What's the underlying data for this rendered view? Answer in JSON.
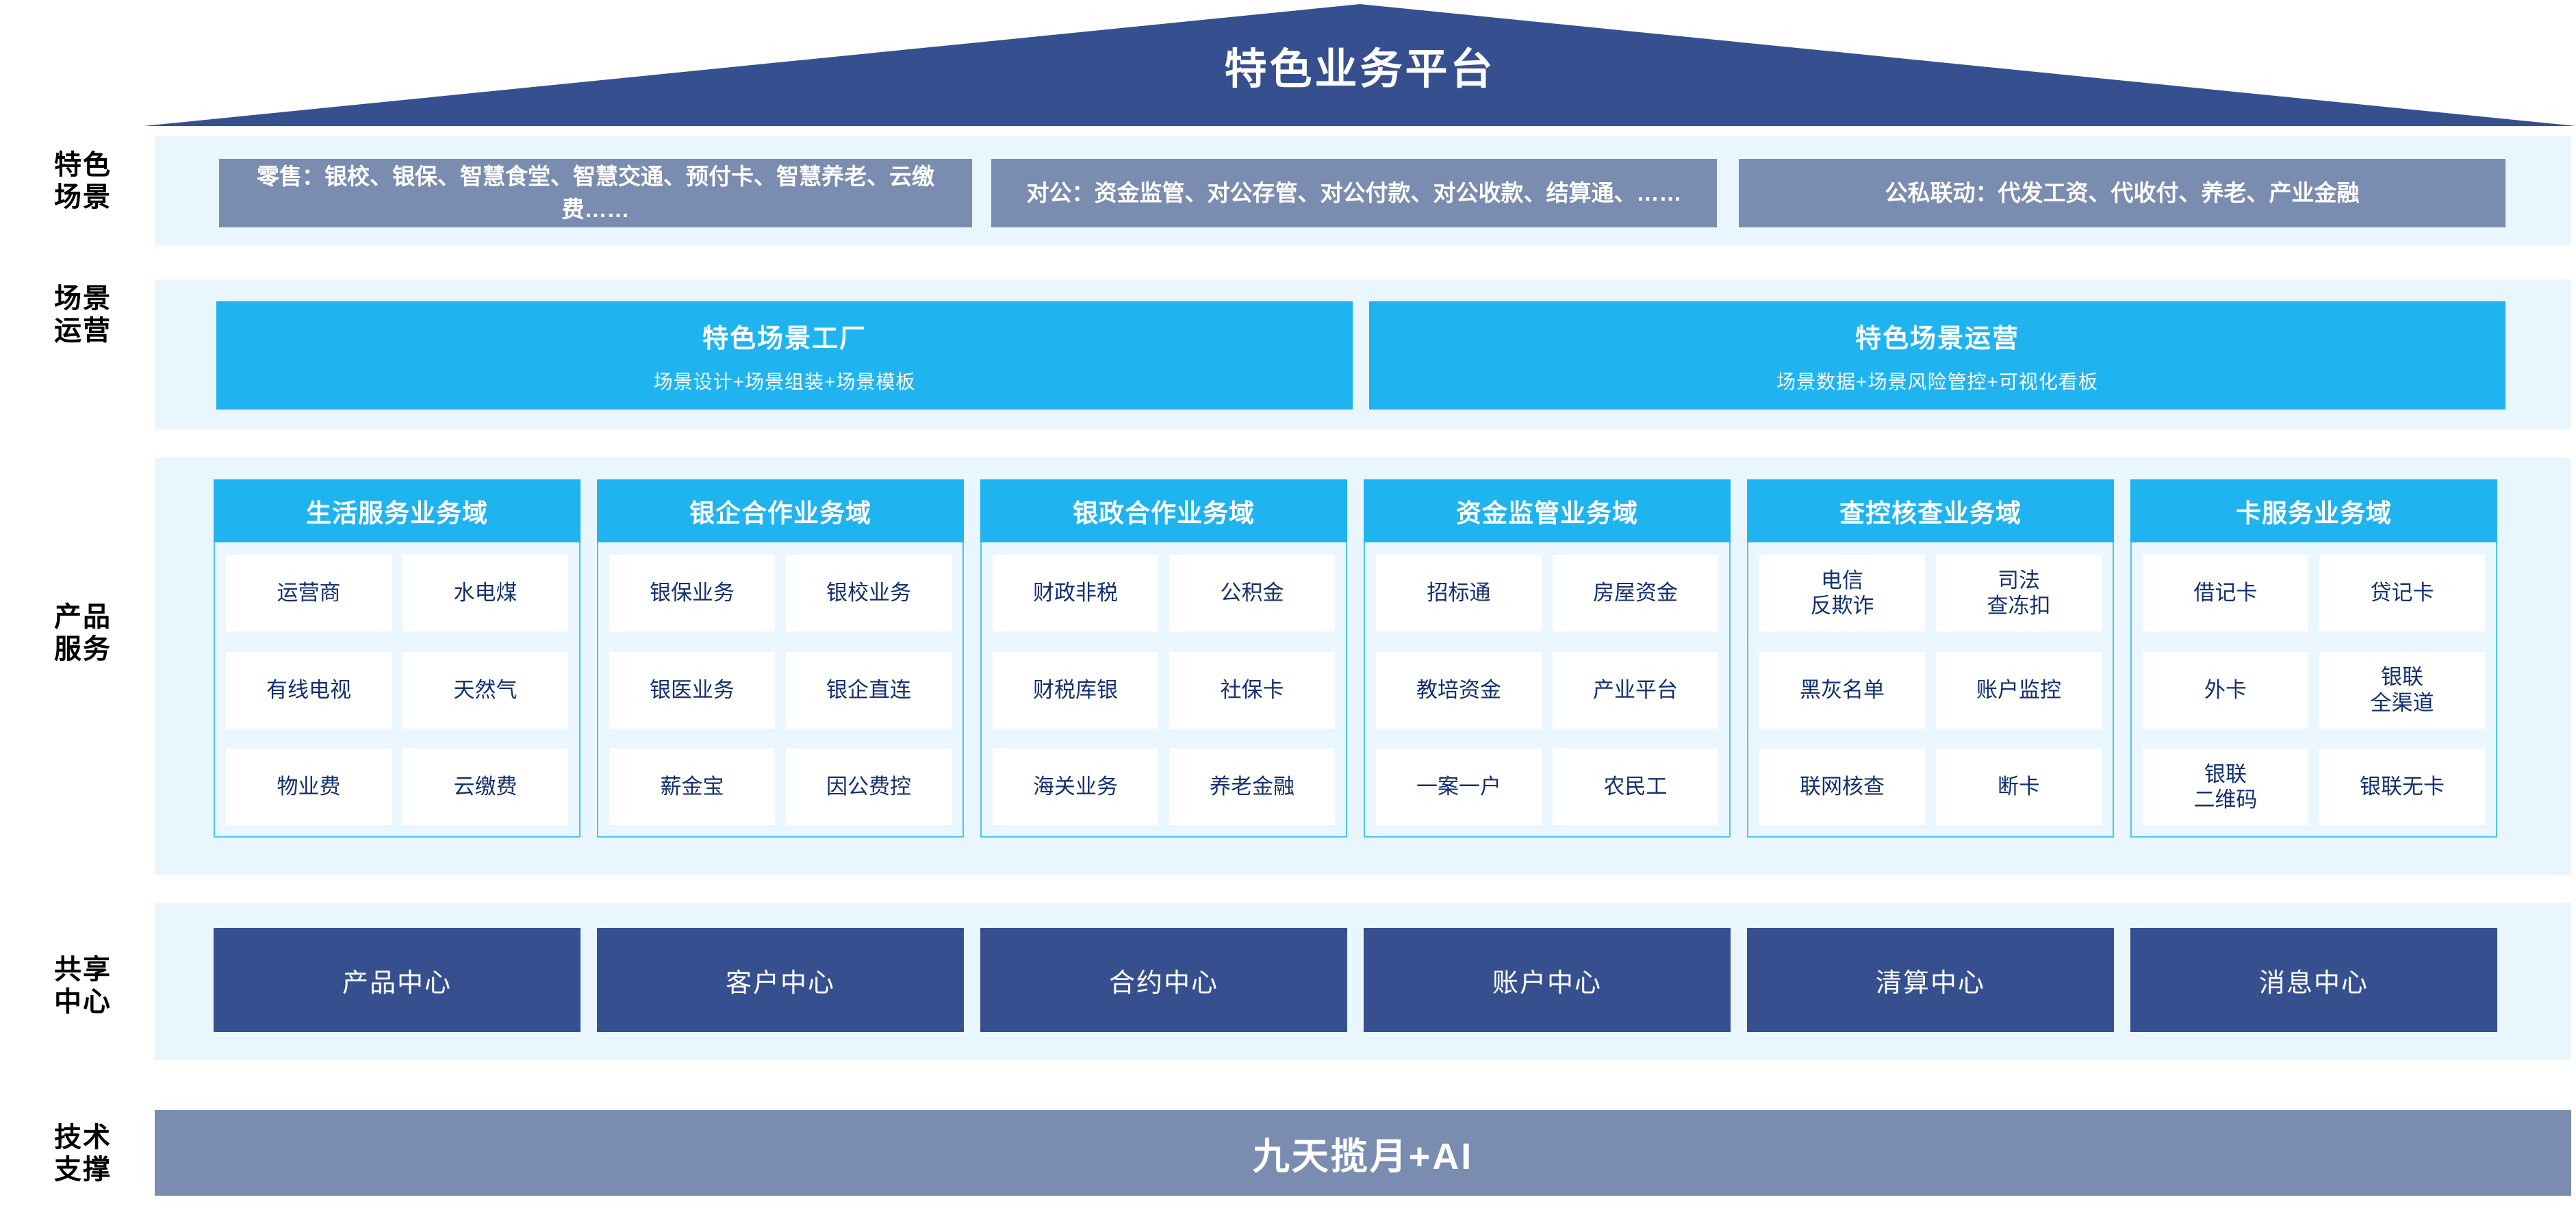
{
  "banner": {
    "title": "特色业务平台"
  },
  "row_labels": [
    {
      "id": "scene",
      "text": "特色\n场景"
    },
    {
      "id": "operation",
      "text": "场景\n运营"
    },
    {
      "id": "product",
      "text": "产品\n服务"
    },
    {
      "id": "shared",
      "text": "共享\n中心"
    },
    {
      "id": "tech",
      "text": "技术\n支撑"
    }
  ],
  "scenes": [
    {
      "text": "零售：银校、银保、智慧食堂、智慧交通、预付卡、智慧养老、云缴费……"
    },
    {
      "text": "对公：资金监管、对公存管、对公付款、对公收款、结算通、……"
    },
    {
      "text": "公私联动：代发工资、代收付、养老、产业金融"
    }
  ],
  "operations": [
    {
      "title": "特色场景工厂",
      "subtitle": "场景设计+场景组装+场景模板"
    },
    {
      "title": "特色场景运营",
      "subtitle": "场景数据+场景风险管控+可视化看板"
    }
  ],
  "product_domains": [
    {
      "title": "生活服务业务域",
      "items": [
        "运营商",
        "水电煤",
        "有线电视",
        "天然气",
        "物业费",
        "云缴费"
      ]
    },
    {
      "title": "银企合作业务域",
      "items": [
        "银保业务",
        "银校业务",
        "银医业务",
        "银企直连",
        "薪金宝",
        "因公费控"
      ]
    },
    {
      "title": "银政合作业务域",
      "items": [
        "财政非税",
        "公积金",
        "财税库银",
        "社保卡",
        "海关业务",
        "养老金融"
      ]
    },
    {
      "title": "资金监管业务域",
      "items": [
        "招标通",
        "房屋资金",
        "教培资金",
        "产业平台",
        "一案一户",
        "农民工"
      ]
    },
    {
      "title": "查控核查业务域",
      "items": [
        "电信\n反欺诈",
        "司法\n查冻扣",
        "黑灰名单",
        "账户监控",
        "联网核查",
        "断卡"
      ]
    },
    {
      "title": "卡服务业务域",
      "items": [
        "借记卡",
        "贷记卡",
        "外卡",
        "银联\n全渠道",
        "银联\n二维码",
        "银联无卡"
      ]
    }
  ],
  "shared_centers": [
    {
      "label": "产品中心"
    },
    {
      "label": "客户中心"
    },
    {
      "label": "合约中心"
    },
    {
      "label": "账户中心"
    },
    {
      "label": "清算中心"
    },
    {
      "label": "消息中心"
    }
  ],
  "tech_support": {
    "label": "九天揽月+AI"
  },
  "colors": {
    "banner_navy": "#36508f",
    "scene_slate": "#7b8cb1",
    "cyan": "#1fb4ef",
    "band_light": "#e9f6fd",
    "panel_light": "#eaf7fe",
    "cell_text_navy": "#12306e"
  }
}
